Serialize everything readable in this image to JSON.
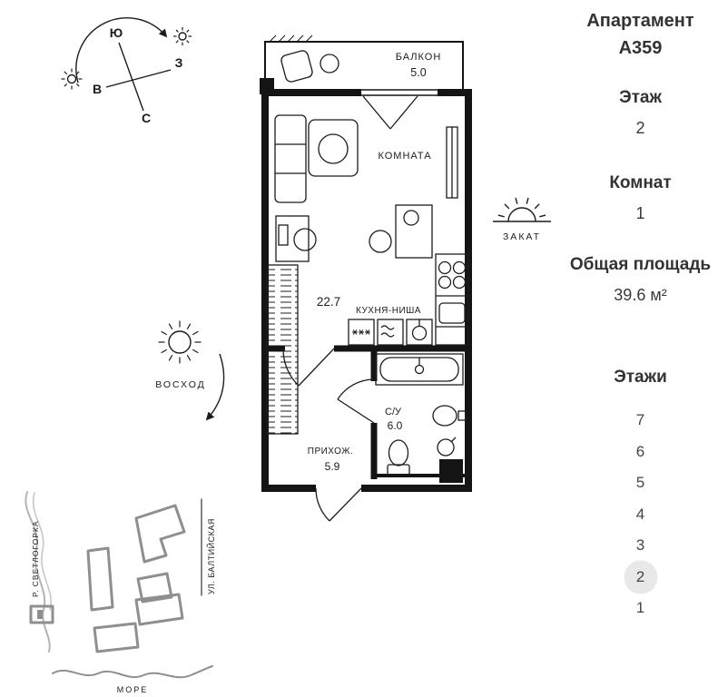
{
  "panel": {
    "apartment_label": "Апартамент",
    "apartment_number": "А359",
    "floor_label": "Этаж",
    "floor_value": "2",
    "rooms_label": "Комнат",
    "rooms_value": "1",
    "area_label": "Общая площадь",
    "area_value": "39.6 м²",
    "floors_label": "Этажи",
    "floors": [
      {
        "label": "7",
        "selected": false
      },
      {
        "label": "6",
        "selected": false
      },
      {
        "label": "5",
        "selected": false
      },
      {
        "label": "4",
        "selected": false
      },
      {
        "label": "3",
        "selected": false
      },
      {
        "label": "2",
        "selected": true
      },
      {
        "label": "1",
        "selected": false
      }
    ]
  },
  "compass": {
    "south": "Ю",
    "west": "З",
    "east": "В",
    "north": "С"
  },
  "plan": {
    "balcony_label": "БАЛКОН",
    "balcony_area": "5.0",
    "room_label": "КОМНАТА",
    "room_area": "22.7",
    "kitchen_label": "КУХНЯ-НИША",
    "bath_label": "С/У",
    "bath_area": "6.0",
    "hall_label": "ПРИХОЖ.",
    "hall_area": "5.9"
  },
  "sun": {
    "sunset": "ЗАКАТ",
    "sunrise": "ВОСХОД"
  },
  "map": {
    "river": "Р. СВЕТЛОГОРКА",
    "street": "УЛ. БАЛТИЙСКАЯ",
    "sea": "МОРЕ"
  },
  "colors": {
    "wall": "#141414",
    "line": "#1c1c1c",
    "map_gray": "#8f8f8f",
    "selected_bg": "#e8e8e8",
    "text": "#333333"
  }
}
